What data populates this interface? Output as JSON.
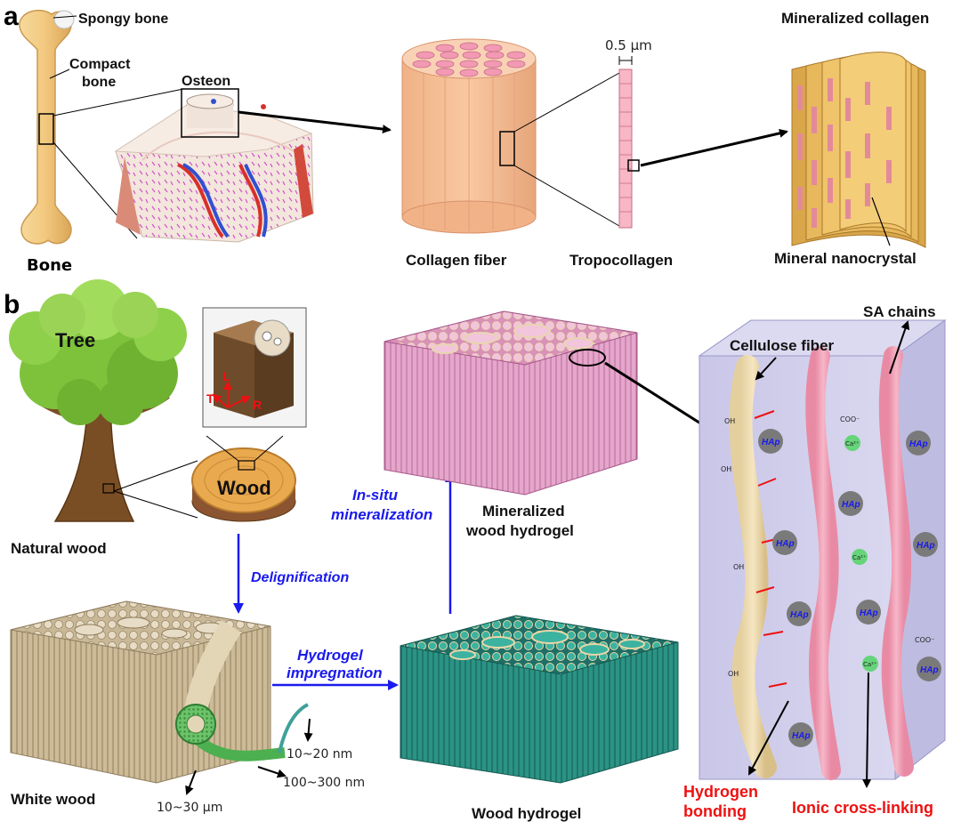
{
  "panels": {
    "a": "a",
    "b": "b"
  },
  "panel_a": {
    "spongy_bone": "Spongy bone",
    "compact_bone_line1": "Compact",
    "compact_bone_line2": "bone",
    "osteon": "Osteon",
    "bone": "Bone",
    "collagen_fiber": "Collagen fiber",
    "scale": "0.5 μm",
    "tropocollagen": "Tropocollagen",
    "mineralized_collagen": "Mineralized collagen",
    "mineral_nanocrystal": "Mineral nanocrystal"
  },
  "panel_b": {
    "tree": "Tree",
    "wood": "Wood",
    "axis_t": "T",
    "axis_l": "L",
    "axis_r": "R",
    "natural_wood": "Natural wood",
    "delignification": "Delignification",
    "insitu_line1": "In-situ",
    "insitu_line2": "mineralization",
    "mineralized_line1": "Mineralized",
    "mineralized_line2": "wood hydrogel",
    "hydrogel_line1": "Hydrogel",
    "hydrogel_line2": "impregnation",
    "white_wood": "White wood",
    "wood_hydrogel": "Wood hydrogel",
    "dim_10_20nm": "10~20 nm",
    "dim_10_30um": "10~30 μm",
    "dim_100_300nm": "100~300 nm",
    "cellulose_fiber": "Cellulose fiber",
    "sa_chains": "SA chains",
    "hap": "HAp",
    "ca": "Ca²⁺",
    "oh": "OH",
    "coo": "COO⁻",
    "hb_line1": "Hydrogen",
    "hb_line2": "bonding",
    "ionic": "Ionic cross-linking"
  },
  "colors": {
    "bone": "#f2c87e",
    "collagen": "#f4b98a",
    "tropo": "#f7b7c5",
    "mineral": "#e0a93c",
    "tree_green": "#7ec23c",
    "trunk": "#7a4e25",
    "white_wood": "#d9c8aa",
    "hydrogel": "#2f9c8b",
    "mineralized": "#e8a4c8",
    "box": "#cfcde9",
    "arrow_blue": "#1a1aee",
    "text_red": "#ee1111"
  }
}
